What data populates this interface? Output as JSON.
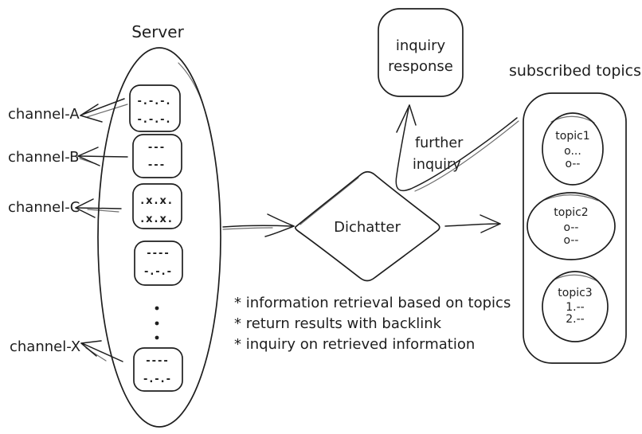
{
  "colors": {
    "stroke": "#1e1e1e",
    "background": "#ffffff"
  },
  "server": {
    "title": "Server",
    "channels": [
      "channel-A",
      "channel-B",
      "channel-C",
      "channel-X"
    ],
    "boxes": [
      {
        "row1": "-.-.-.",
        "row2": "-.-.-."
      },
      {
        "row1": "---",
        "row2": "---"
      },
      {
        "row1": ".x.x.",
        "row2": ".x.x."
      },
      {
        "row1": "----",
        "row2": "-.-.-"
      },
      {
        "row1": "----",
        "row2": "-.-.-"
      }
    ]
  },
  "dichatter": {
    "label": "Dichatter"
  },
  "inquiry_response": {
    "row1": "inquiry",
    "row2": "response"
  },
  "further_inquiry": {
    "row1": "further",
    "row2": "inquiry"
  },
  "subscribed": {
    "title": "subscribed topics",
    "topics": [
      {
        "name": "topic1",
        "row1": "o...",
        "row2": "o--"
      },
      {
        "name": "topic2",
        "row1": "o--",
        "row2": "o--"
      },
      {
        "name": "topic3",
        "row1": "1.--",
        "row2": "2.--"
      }
    ]
  },
  "notes": [
    "* information retrieval based on topics",
    "* return results with backlink",
    "* inquiry on retrieved information"
  ]
}
